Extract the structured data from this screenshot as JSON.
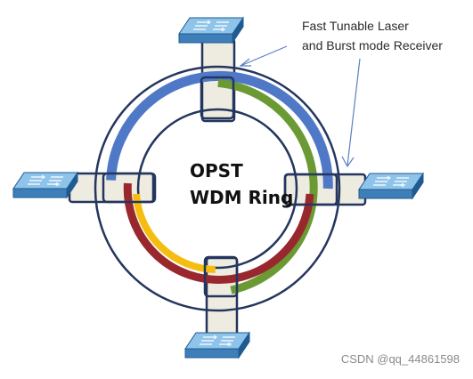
{
  "diagram": {
    "title_line1": "OPST",
    "title_line2": "WDM Ring",
    "annotation_line1": "Fast Tunable Laser",
    "annotation_line2": "and Burst mode Receiver",
    "watermark": "CSDN @qq_44861598"
  },
  "colors": {
    "ring_outline": "#24365e",
    "connector_fill": "#eeebe0",
    "arc_blue": "#4f79c7",
    "arc_green": "#6b9a35",
    "arc_red": "#98282e",
    "arc_yellow": "#f5bd10",
    "switch_top": "#8fc4ea",
    "switch_side": "#3f7fb9",
    "switch_dark": "#1f5a90",
    "arrow": "#5d7fc0"
  },
  "icons": [
    "network-switch-icon"
  ]
}
